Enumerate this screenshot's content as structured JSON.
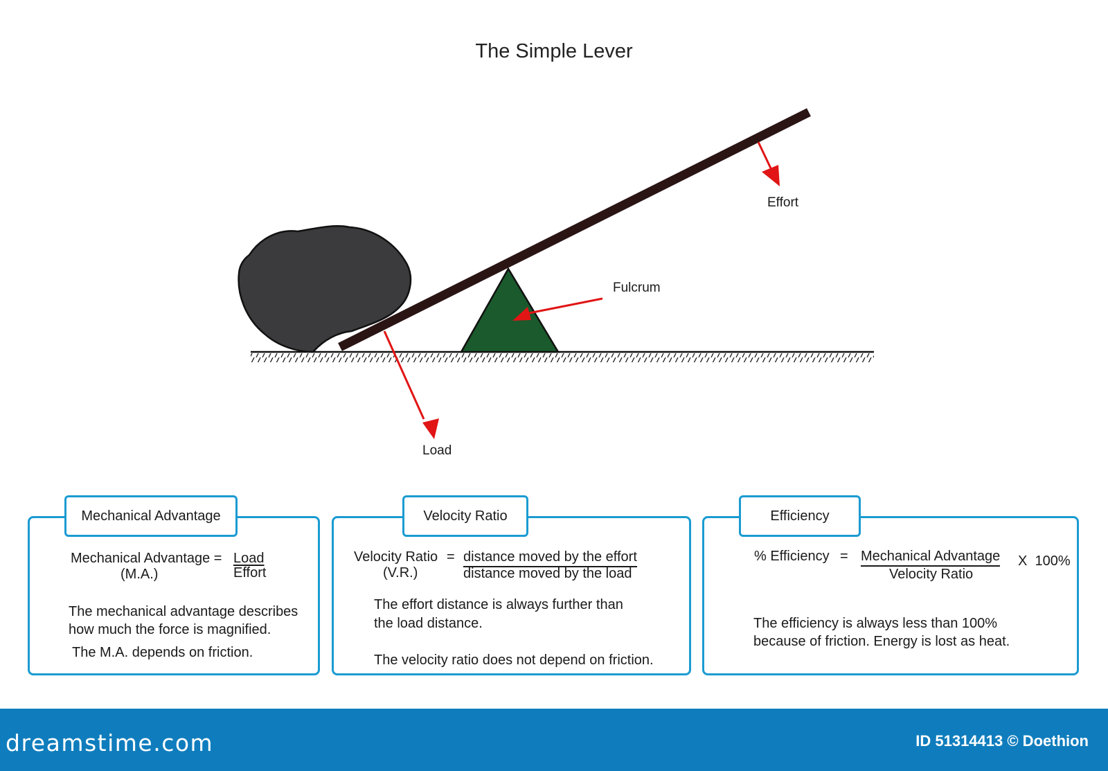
{
  "title": "The Simple Lever",
  "labels": {
    "effort": "Effort",
    "fulcrum": "Fulcrum",
    "load": "Load"
  },
  "colors": {
    "lever": "#2a1414",
    "rock": "#3b3b3d",
    "fulcrum": "#1a5a2c",
    "arrow": "#e11515",
    "panel_border": "#1b9bd1",
    "footer": "#0f7dbd"
  },
  "panels": {
    "mechanical_advantage": {
      "tab": "Mechanical Advantage",
      "formula_lhs": "Mechanical Advantage =",
      "formula_abbr": "(M.A.)",
      "numerator": "Load",
      "denominator": "Effort",
      "line1": "The mechanical advantage describes",
      "line2": "how much the force is magnified.",
      "line3": "The M.A. depends on friction."
    },
    "velocity_ratio": {
      "tab": "Velocity Ratio",
      "formula_lhs": "Velocity Ratio",
      "formula_abbr": "(V.R.)",
      "equals": "=",
      "numerator": "distance moved by the effort",
      "denominator": "distance moved by the load",
      "line1": "The effort distance is always further than",
      "line2": "the load distance.",
      "line3": "The velocity ratio does not depend on friction."
    },
    "efficiency": {
      "tab": "Efficiency",
      "formula_lhs": "% Efficiency",
      "equals": "=",
      "numerator": "Mechanical Advantage",
      "denominator": "Velocity Ratio",
      "multiplier": "X  100%",
      "line1": "The efficiency is always less than 100%",
      "line2": "because of friction. Energy is lost as heat."
    }
  },
  "footer": {
    "brand": "dreamstime.com",
    "credit": "ID 51314413 © Doethion"
  }
}
